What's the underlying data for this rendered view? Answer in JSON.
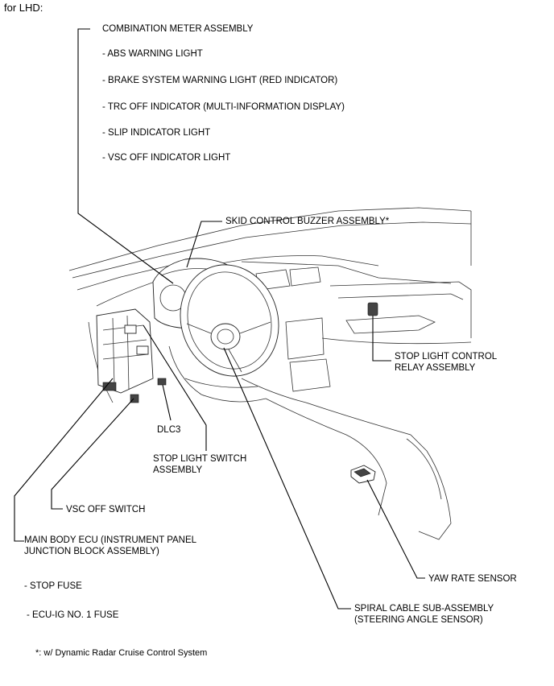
{
  "header": "for LHD:",
  "labels": {
    "combination_meter": "COMBINATION METER ASSEMBLY",
    "abs_warning": "- ABS WARNING LIGHT",
    "brake_warning": "- BRAKE SYSTEM WARNING LIGHT (RED INDICATOR)",
    "trc_off": "- TRC OFF INDICATOR (MULTI-INFORMATION DISPLAY)",
    "slip_indicator": "- SLIP INDICATOR LIGHT",
    "vsc_off_indicator": "- VSC OFF INDICATOR LIGHT",
    "skid_buzzer": "SKID CONTROL BUZZER ASSEMBLY*",
    "stop_relay_l1": "STOP LIGHT CONTROL",
    "stop_relay_l2": "RELAY ASSEMBLY",
    "dlc3": "DLC3",
    "stop_switch_l1": "STOP LIGHT SWITCH",
    "stop_switch_l2": "ASSEMBLY",
    "vsc_off_switch": "VSC OFF SWITCH",
    "main_body_ecu_l1": "MAIN BODY ECU (INSTRUMENT PANEL",
    "main_body_ecu_l2": "JUNCTION BLOCK ASSEMBLY)",
    "stop_fuse": "- STOP FUSE",
    "ecu_ig_fuse": "- ECU-IG NO. 1 FUSE",
    "yaw_rate": "YAW RATE SENSOR",
    "spiral_l1": "SPIRAL CABLE SUB-ASSEMBLY",
    "spiral_l2": "(STEERING ANGLE SENSOR)",
    "footnote": "*: w/ Dynamic Radar Cruise Control System"
  }
}
